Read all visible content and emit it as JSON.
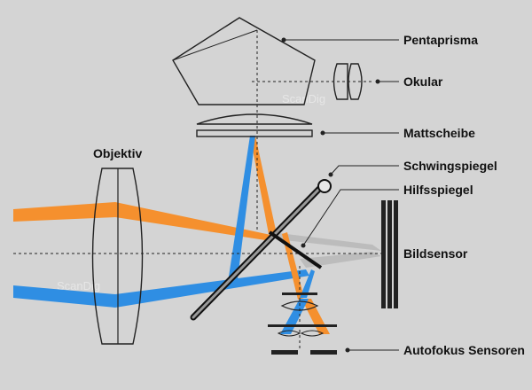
{
  "labels": {
    "pentaprisma": "Pentaprisma",
    "okular": "Okular",
    "mattscheibe": "Mattscheibe",
    "schwingspiegel": "Schwingspiegel",
    "hilfsspiegel": "Hilfsspiegel",
    "objektiv": "Objektiv",
    "bildsensor": "Bildsensor",
    "autofokus": "Autofokus Sensoren"
  },
  "watermark": "ScanDig",
  "colors": {
    "background": "#d4d4d4",
    "orange_beam": "#f5902e",
    "blue_beam": "#2f8ee3",
    "gray_beam": "#b8b8b8",
    "line": "#222222"
  }
}
